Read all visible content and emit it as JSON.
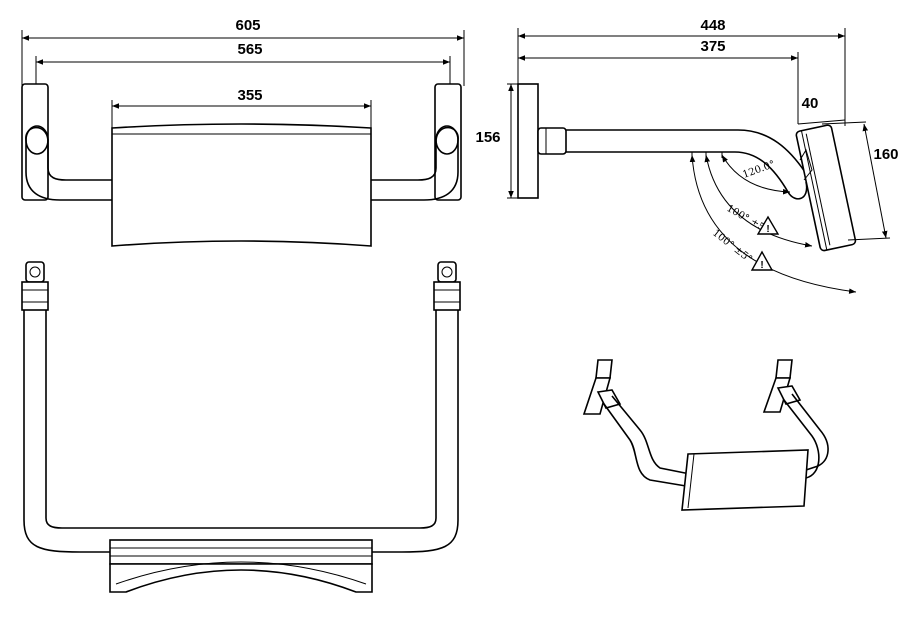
{
  "dimensions": {
    "overall_width": "605",
    "bracket_span": "565",
    "backrest_width": "355",
    "wall_plate_height": "156",
    "projection_overall": "448",
    "projection_to_pad": "375",
    "pad_depth": "40",
    "pad_height": "160"
  },
  "angles": {
    "pad_tilt": "120.0°",
    "arm_rotation_1": "100° ±5°",
    "arm_rotation_2": "100° ±5°"
  },
  "warnings": [
    "!",
    "!"
  ]
}
